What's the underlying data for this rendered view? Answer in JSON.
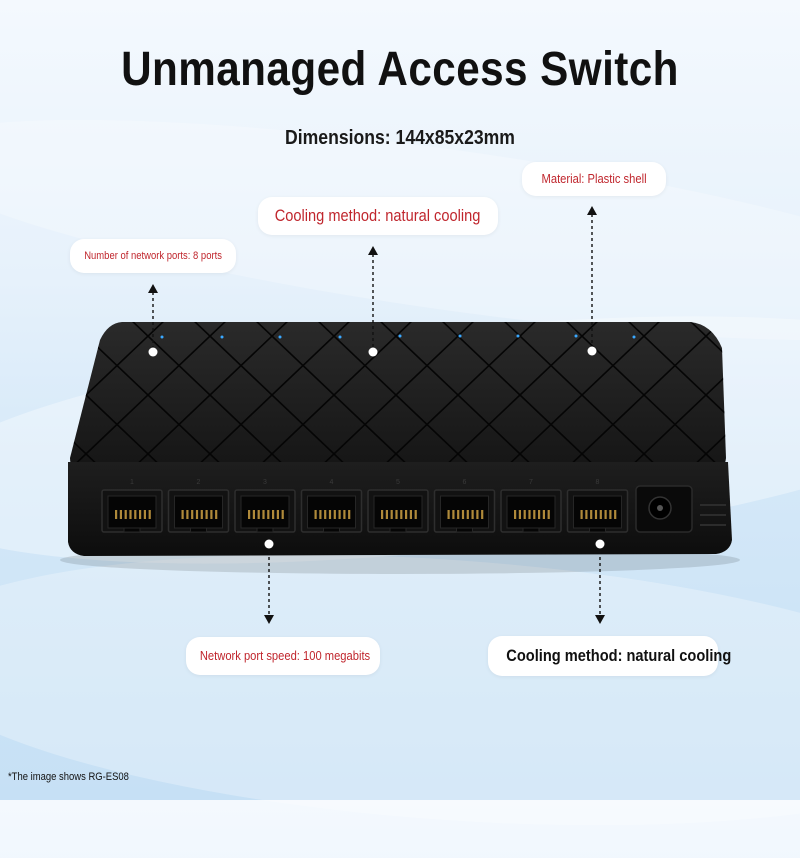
{
  "title": "Unmanaged Access Switch",
  "dimensions": "Dimensions: 144x85x23mm",
  "callouts": {
    "material": "Material: Plastic shell",
    "cooling_top": "Cooling method: natural cooling",
    "ports": "Number of network ports: 8 ports",
    "speed": "Network port speed: 100 megabits",
    "cooling_bottom": "Cooling method: natural cooling"
  },
  "footnote": "*The image shows RG-ES08",
  "colors": {
    "callout_red": "#c0262d",
    "device_body": "#1a1a1a",
    "background": "#dbeaf8"
  },
  "device": {
    "port_count": 8,
    "port_numbers": [
      "1",
      "2",
      "3",
      "4",
      "5",
      "6",
      "7",
      "8"
    ]
  }
}
